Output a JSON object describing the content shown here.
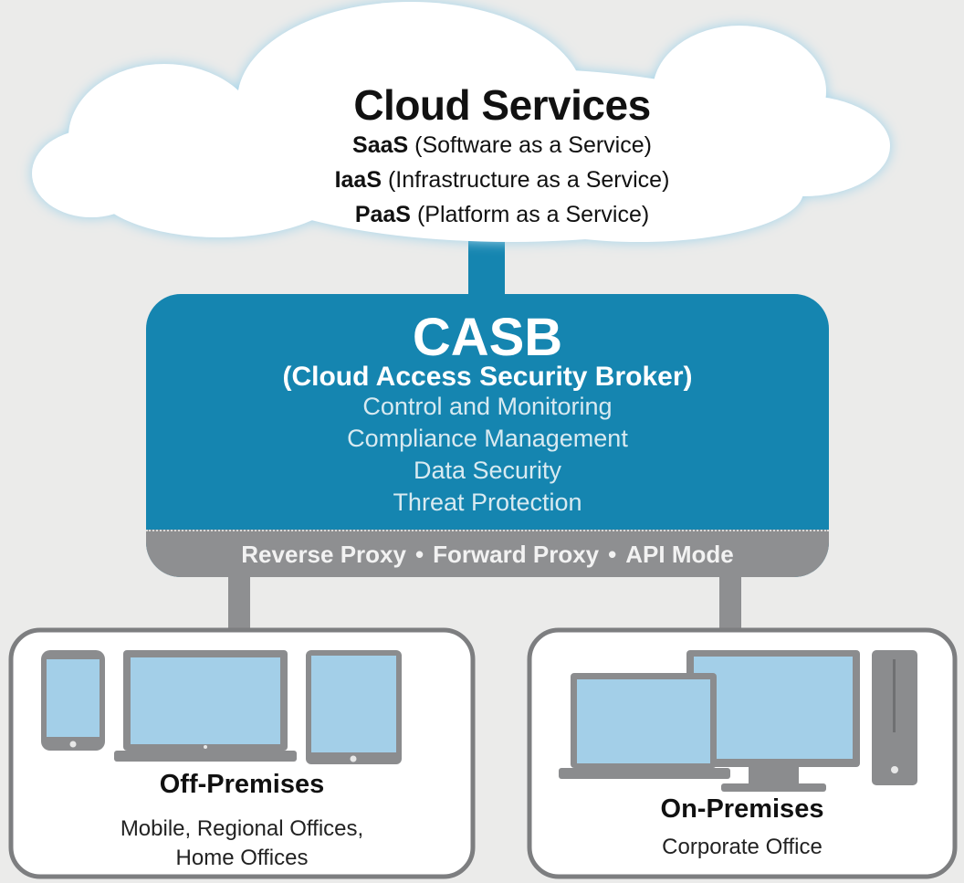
{
  "cloud": {
    "title": "Cloud Services",
    "services": [
      {
        "abbr": "SaaS",
        "name": "(Software as a Service)"
      },
      {
        "abbr": "IaaS",
        "name": "(Infrastructure as a Service)"
      },
      {
        "abbr": "PaaS",
        "name": "(Platform as a Service)"
      }
    ]
  },
  "casb": {
    "title": "CASB",
    "subtitle": "(Cloud Access Security Broker)",
    "features": [
      "Control and Monitoring",
      "Compliance Management",
      "Data Security",
      "Threat Protection"
    ],
    "modes": [
      "Reverse Proxy",
      "Forward Proxy",
      "API Mode"
    ],
    "separator": "•"
  },
  "off_premises": {
    "title": "Off-Premises",
    "description_lines": [
      "Mobile, Regional Offices,",
      "Home Offices"
    ]
  },
  "on_premises": {
    "title": "On-Premises",
    "description": "Corporate Office"
  },
  "colors": {
    "casb_blue": "#1585b0",
    "connector_blue": "#1585b0",
    "connector_gray": "#8e8f91",
    "screen_blue": "#a3cfe8",
    "device_gray": "#8b8c8e",
    "cloud_fill": "#ffffff",
    "cloud_glow": "#bfe4f2",
    "background": "#ebebea"
  },
  "icons": [
    "phone-icon",
    "monitor-icon",
    "tablet-icon",
    "laptop-icon",
    "desktop-icon",
    "tower-pc-icon"
  ]
}
